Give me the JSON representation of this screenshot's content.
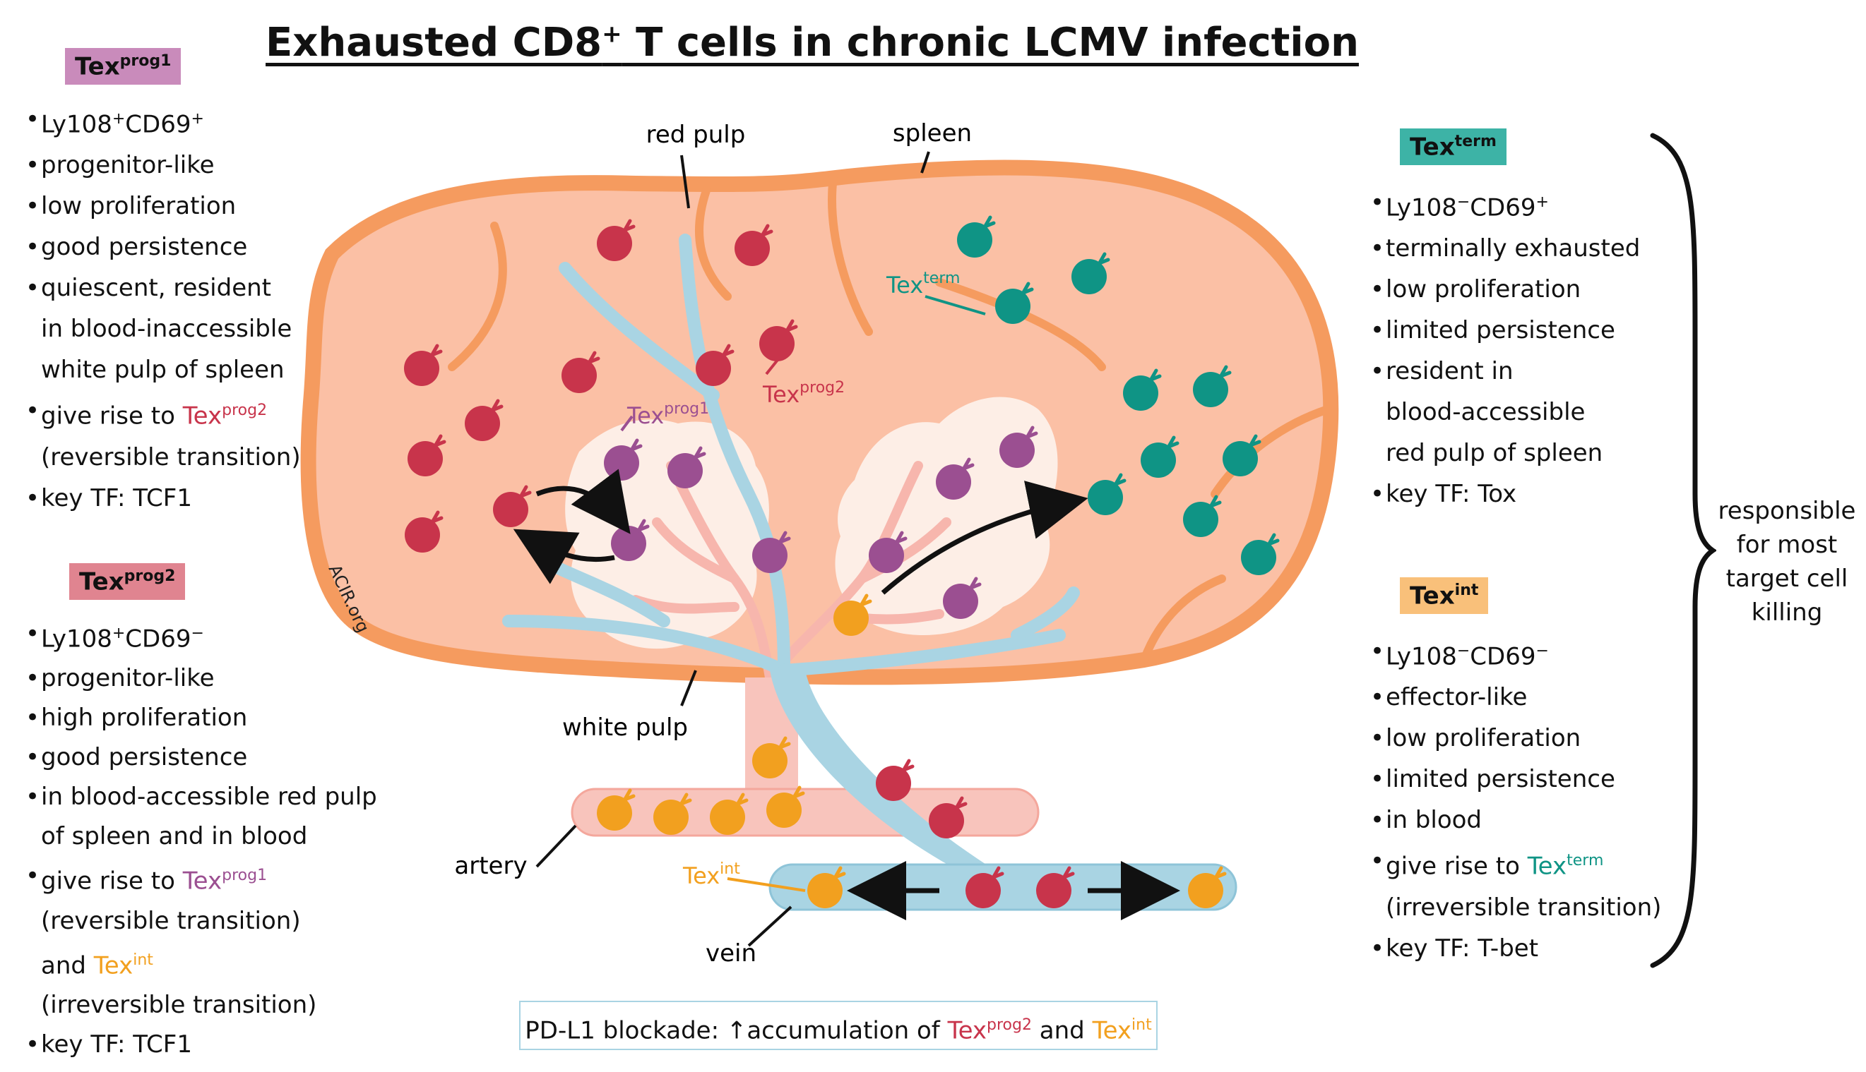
{
  "title": {
    "main": "Exhausted CD8",
    "sup": "+",
    "rest": " T cells in chronic LCMV infection"
  },
  "colors": {
    "prog1": "#9b4f91",
    "prog2": "#c8344b",
    "term": "#0f9485",
    "int": "#f2a01f",
    "spleen_outline": "#f59b5f",
    "spleen_fill": "#fbc0a5",
    "vessel_blue": "#a9d4e3",
    "vessel_pink": "#f8c4bc",
    "white_pulp": "#fdeee6"
  },
  "left_top": {
    "badge": "Tex",
    "badge_sup": "prog1",
    "items": [
      {
        "a": "Ly108",
        "a_sup": "+",
        "b": "CD69",
        "b_sup": "+"
      },
      {
        "t": "progenitor-like"
      },
      {
        "t": "low proliferation"
      },
      {
        "t": "good persistence"
      },
      {
        "t": "quiescent, resident"
      },
      {
        "t": "in blood-inaccessible",
        "cont": true
      },
      {
        "t": "white pulp of spleen",
        "cont": true
      },
      {
        "pre": "give rise to ",
        "tex": "Tex",
        "tex_sup": "prog2"
      },
      {
        "t": "(reversible transition)",
        "cont": true
      },
      {
        "t": "key TF: TCF1"
      }
    ]
  },
  "left_bottom": {
    "badge": "Tex",
    "badge_sup": "prog2",
    "items": [
      {
        "a": "Ly108",
        "a_sup": "+",
        "b": "CD69",
        "b_sup": "−"
      },
      {
        "t": "progenitor-like"
      },
      {
        "t": "high proliferation"
      },
      {
        "t": "good persistence"
      },
      {
        "t": "in blood-accessible red pulp"
      },
      {
        "t": "of spleen and in blood",
        "cont": true
      },
      {
        "pre": "give rise to ",
        "tex": "Tex",
        "tex_sup": "prog1"
      },
      {
        "t": "(reversible transition)",
        "cont": true
      },
      {
        "pre": "and ",
        "tex": "Tex",
        "tex_sup": "int",
        "cont": true
      },
      {
        "t": "(irreversible transition)",
        "cont": true
      },
      {
        "t": "key TF: TCF1"
      }
    ]
  },
  "right_top": {
    "badge": "Tex",
    "badge_sup": "term",
    "items": [
      {
        "a": "Ly108",
        "a_sup": "−",
        "b": "CD69",
        "b_sup": "+"
      },
      {
        "t": "terminally exhausted"
      },
      {
        "t": "low proliferation"
      },
      {
        "t": "limited persistence"
      },
      {
        "t": "resident in"
      },
      {
        "t": "blood-accessible",
        "cont": true
      },
      {
        "t": "red pulp of spleen",
        "cont": true
      },
      {
        "t": "key TF: Tox"
      }
    ]
  },
  "right_bottom": {
    "badge": "Tex",
    "badge_sup": "int",
    "items": [
      {
        "a": "Ly108",
        "a_sup": "−",
        "b": "CD69",
        "b_sup": "−"
      },
      {
        "t": "effector-like"
      },
      {
        "t": "low proliferation"
      },
      {
        "t": "limited persistence"
      },
      {
        "t": "in blood"
      },
      {
        "pre": "give rise to ",
        "tex": "Tex",
        "tex_sup": "term"
      },
      {
        "t": "(irreversible transition)",
        "cont": true
      },
      {
        "t": "key TF: T-bet"
      }
    ]
  },
  "responsible": [
    "responsible",
    "for most",
    "target cell",
    "killing"
  ],
  "diagram_labels": {
    "red_pulp": "red pulp",
    "spleen": "spleen",
    "white_pulp": "white pulp",
    "artery": "artery",
    "vein": "vein",
    "watermark": "ACIR.org",
    "tex": "Tex",
    "prog1": "prog1",
    "prog2": "prog2",
    "term": "term",
    "int": "int"
  },
  "pdl1": {
    "pre": "PD-L1 blockade: ",
    "arrow": "↑",
    "mid": "accumulation of ",
    "tex1": "Tex",
    "tex1_sup": "prog2",
    "and": " and ",
    "tex2": "Tex",
    "tex2_sup": "int"
  }
}
